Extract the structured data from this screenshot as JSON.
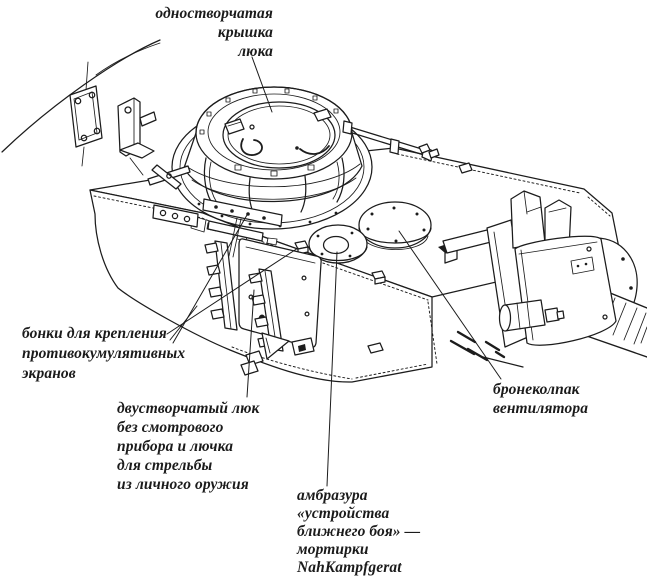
{
  "figure": {
    "type": "technical-illustration",
    "subject": "tank turret line drawing",
    "background": "#ffffff",
    "ink_color": "#1c1c1c"
  },
  "labels": {
    "hatch_cover": {
      "lines": [
        "одностворчатая",
        "крышка",
        "люка"
      ]
    },
    "bonki": {
      "lines": [
        "бонки для крепления",
        "противокумулятивных",
        "экранов"
      ]
    },
    "side_hatch": {
      "lines": [
        "двустворчатый люк",
        "без смотрового",
        "прибора и лючка",
        "для стрельбы",
        "из личного оружия"
      ]
    },
    "embrasure": {
      "lines": [
        "амбразура",
        "«устройства",
        "ближнего боя» —",
        "мортирки",
        "NahKampfgerat"
      ]
    },
    "vent_cover": {
      "lines": [
        "бронеколпак",
        "вентилятора"
      ]
    }
  }
}
